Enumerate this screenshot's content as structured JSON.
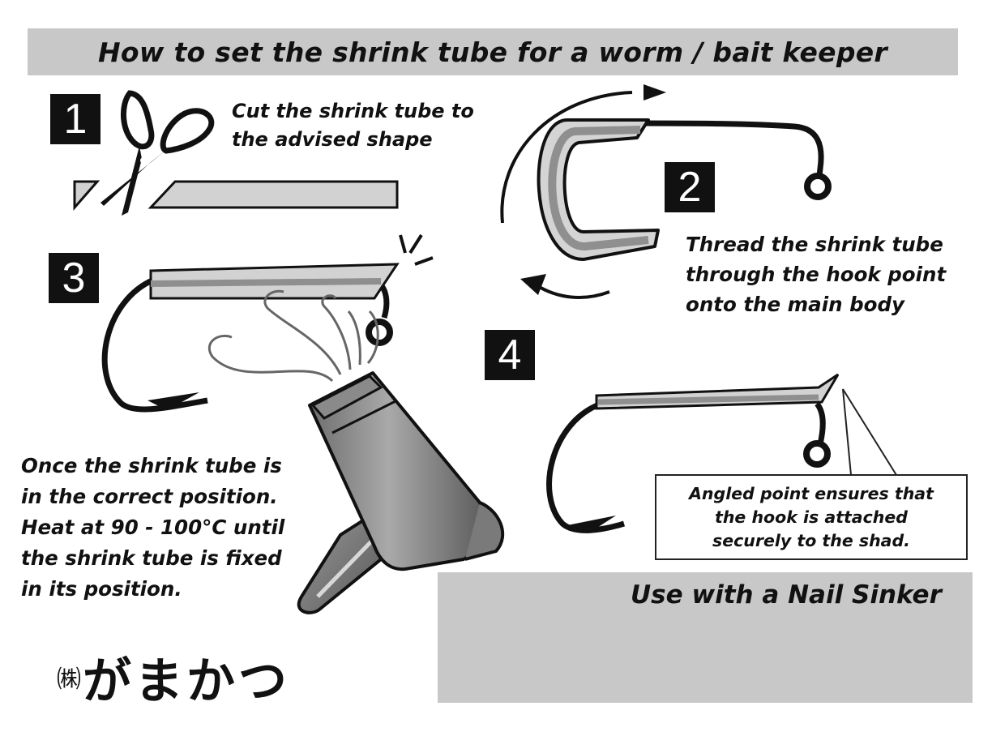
{
  "title": "How to set the shrink tube for a worm / bait keeper",
  "steps": [
    {
      "number": "1",
      "text": "Cut the shrink tube to\nthe advised shape"
    },
    {
      "number": "2",
      "text": "Thread the shrink tube\nthrough the hook point\nonto the main body"
    },
    {
      "number": "3",
      "text": "Once the shrink tube is\nin the correct position.\nHeat at 90 - 100°C until\nthe shrink tube is fixed\nin its position."
    },
    {
      "number": "4",
      "text": "Angled point ensures that\nthe hook is attached\nsecurely to the shad."
    }
  ],
  "sinker_panel": {
    "title": "Use with a Nail Sinker"
  },
  "brand": {
    "prefix": "㈱",
    "name": "がまかつ"
  },
  "colors": {
    "title_bar": "#c8c8c8",
    "tube_fill": "#d2d2d2",
    "tube_stripe": "#8f8f8f",
    "ink": "#111111"
  },
  "icons": [
    "scissors-icon",
    "hook-icon",
    "heat-gun-icon",
    "soft-bait-icon",
    "nail-sinker-icon"
  ]
}
